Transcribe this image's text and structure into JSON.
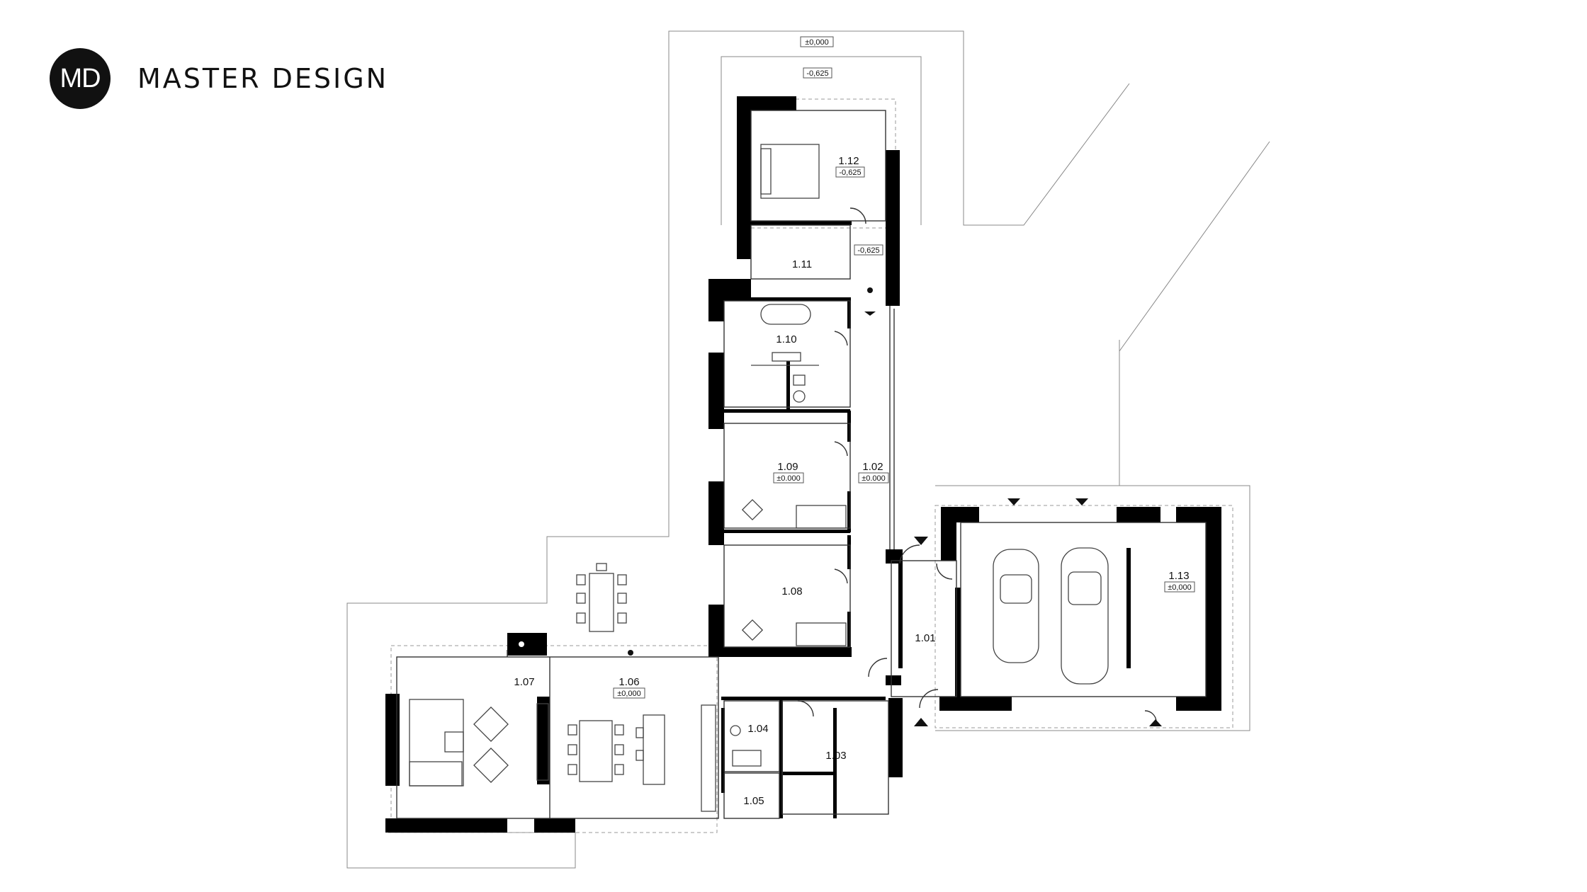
{
  "brand": {
    "monogram": "MD",
    "name": "MASTER DESIGN"
  },
  "levels": {
    "top": "±0,000",
    "terrace": "-0,625",
    "hall_step": "-0,625"
  },
  "rooms": {
    "r112": {
      "label": "1.12",
      "level": "-0,625"
    },
    "r111": {
      "label": "1.11"
    },
    "r110": {
      "label": "1.10"
    },
    "r109": {
      "label": "1.09",
      "level": "±0.000"
    },
    "r102": {
      "label": "1.02",
      "level": "±0.000"
    },
    "r108": {
      "label": "1.08"
    },
    "r101": {
      "label": "1.01"
    },
    "r113": {
      "label": "1.13",
      "level": "±0,000"
    },
    "r107": {
      "label": "1.07"
    },
    "r106": {
      "label": "1.06",
      "level": "±0,000"
    },
    "r104": {
      "label": "1.04"
    },
    "r103": {
      "label": "1.03"
    },
    "r105": {
      "label": "1.05"
    }
  }
}
